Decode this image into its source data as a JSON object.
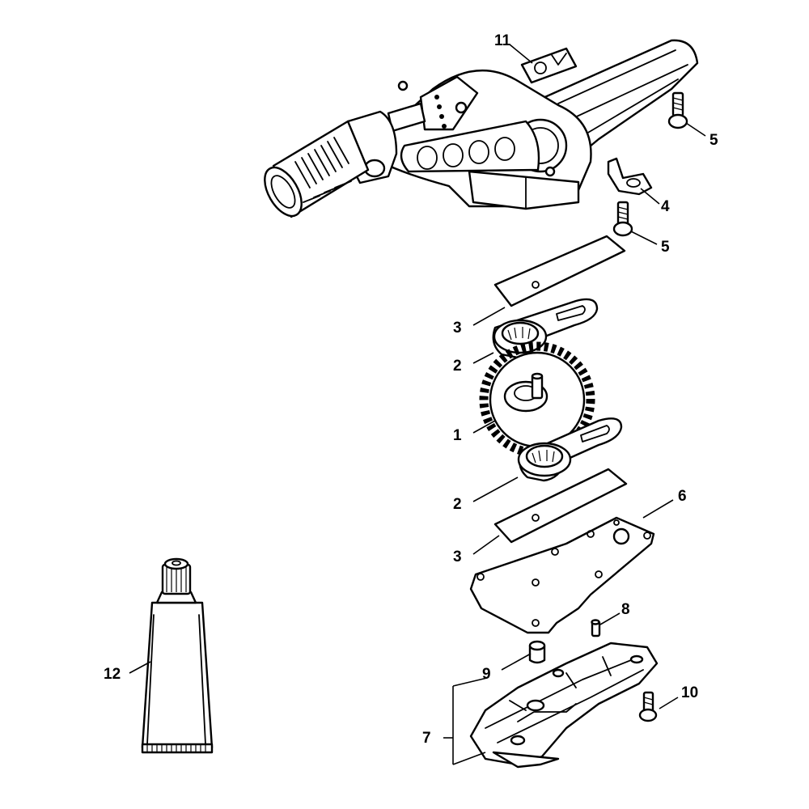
{
  "callouts": {
    "c1": "1",
    "c2a": "2",
    "c2b": "2",
    "c3a": "3",
    "c3b": "3",
    "c4": "4",
    "c5a": "5",
    "c5b": "5",
    "c6": "6",
    "c7": "7",
    "c8": "8",
    "c9": "9",
    "c10": "10",
    "c11": "11",
    "c12": "12"
  }
}
